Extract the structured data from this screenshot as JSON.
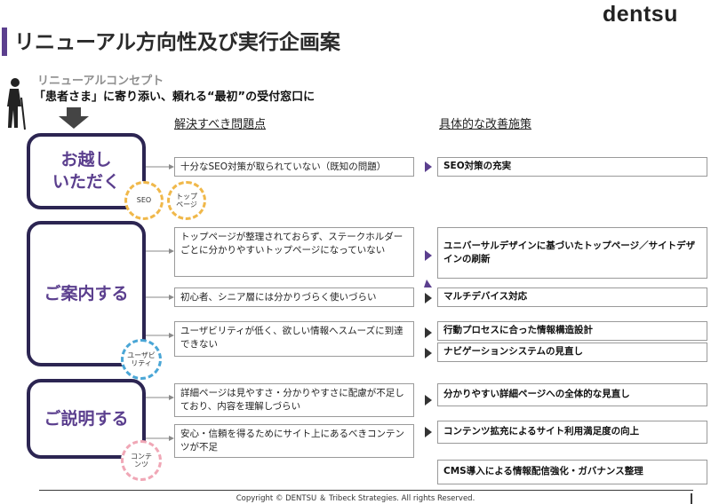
{
  "brand": "dentsu",
  "title": "リニューアル方向性及び実行企画案",
  "concept": {
    "label": "リニューアルコンセプト",
    "text": "「患者さま」に寄り添い、頼れる“最初”の受付窓口に"
  },
  "headers": {
    "problems": "解決すべき問題点",
    "solutions": "具体的な改善施策"
  },
  "phases": [
    {
      "line1": "お越し",
      "line2": "いただく"
    },
    {
      "line1": "ご案内する",
      "line2": ""
    },
    {
      "line1": "ご説明する",
      "line2": ""
    }
  ],
  "tags": {
    "seo": "SEO",
    "top_page_1": "トップ",
    "top_page_2": "ページ",
    "usability_1": "ユーザビ",
    "usability_2": "リティ",
    "contents_1": "コンテ",
    "contents_2": "ンツ"
  },
  "problems": [
    "十分なSEO対策が取られていない（既知の問題）",
    "トップページが整理されておらず、ステークホルダーごとに分かりやすいトップページになっていない",
    "初心者、シニア層には分かりづらく使いづらい",
    "ユーザビリティが低く、欲しい情報へスムーズに到達できない",
    "詳細ページは見やすさ・分かりやすさに配慮が不足しており、内容を理解しづらい",
    "安心・信頼を得るためにサイト上にあるべきコンテンツが不足"
  ],
  "solutions": [
    "SEO対策の充実",
    "ユニバーサルデザインに基づいたトップページ／サイトデザインの刷新",
    "マルチデバイス対応",
    "行動プロセスに合った情報構造設計",
    "ナビゲーションシステムの見直し",
    "分かりやすい詳細ページへの全体的な見直し",
    "コンテンツ拡充によるサイト利用満足度の向上",
    "CMS導入による情報配信強化・ガバナンス整理"
  ],
  "colors": {
    "accent_purple": "#5b3f8e",
    "phase_border": "#2c2552",
    "seo_circle": "#f0b84a",
    "usability_circle": "#4aa6d6",
    "contents_circle": "#f0a7b6",
    "arrow_dark": "#333333"
  },
  "footer": {
    "copyright": "Copyright © DENTSU ＆ Tribeck Strategies. All rights Reserved."
  }
}
